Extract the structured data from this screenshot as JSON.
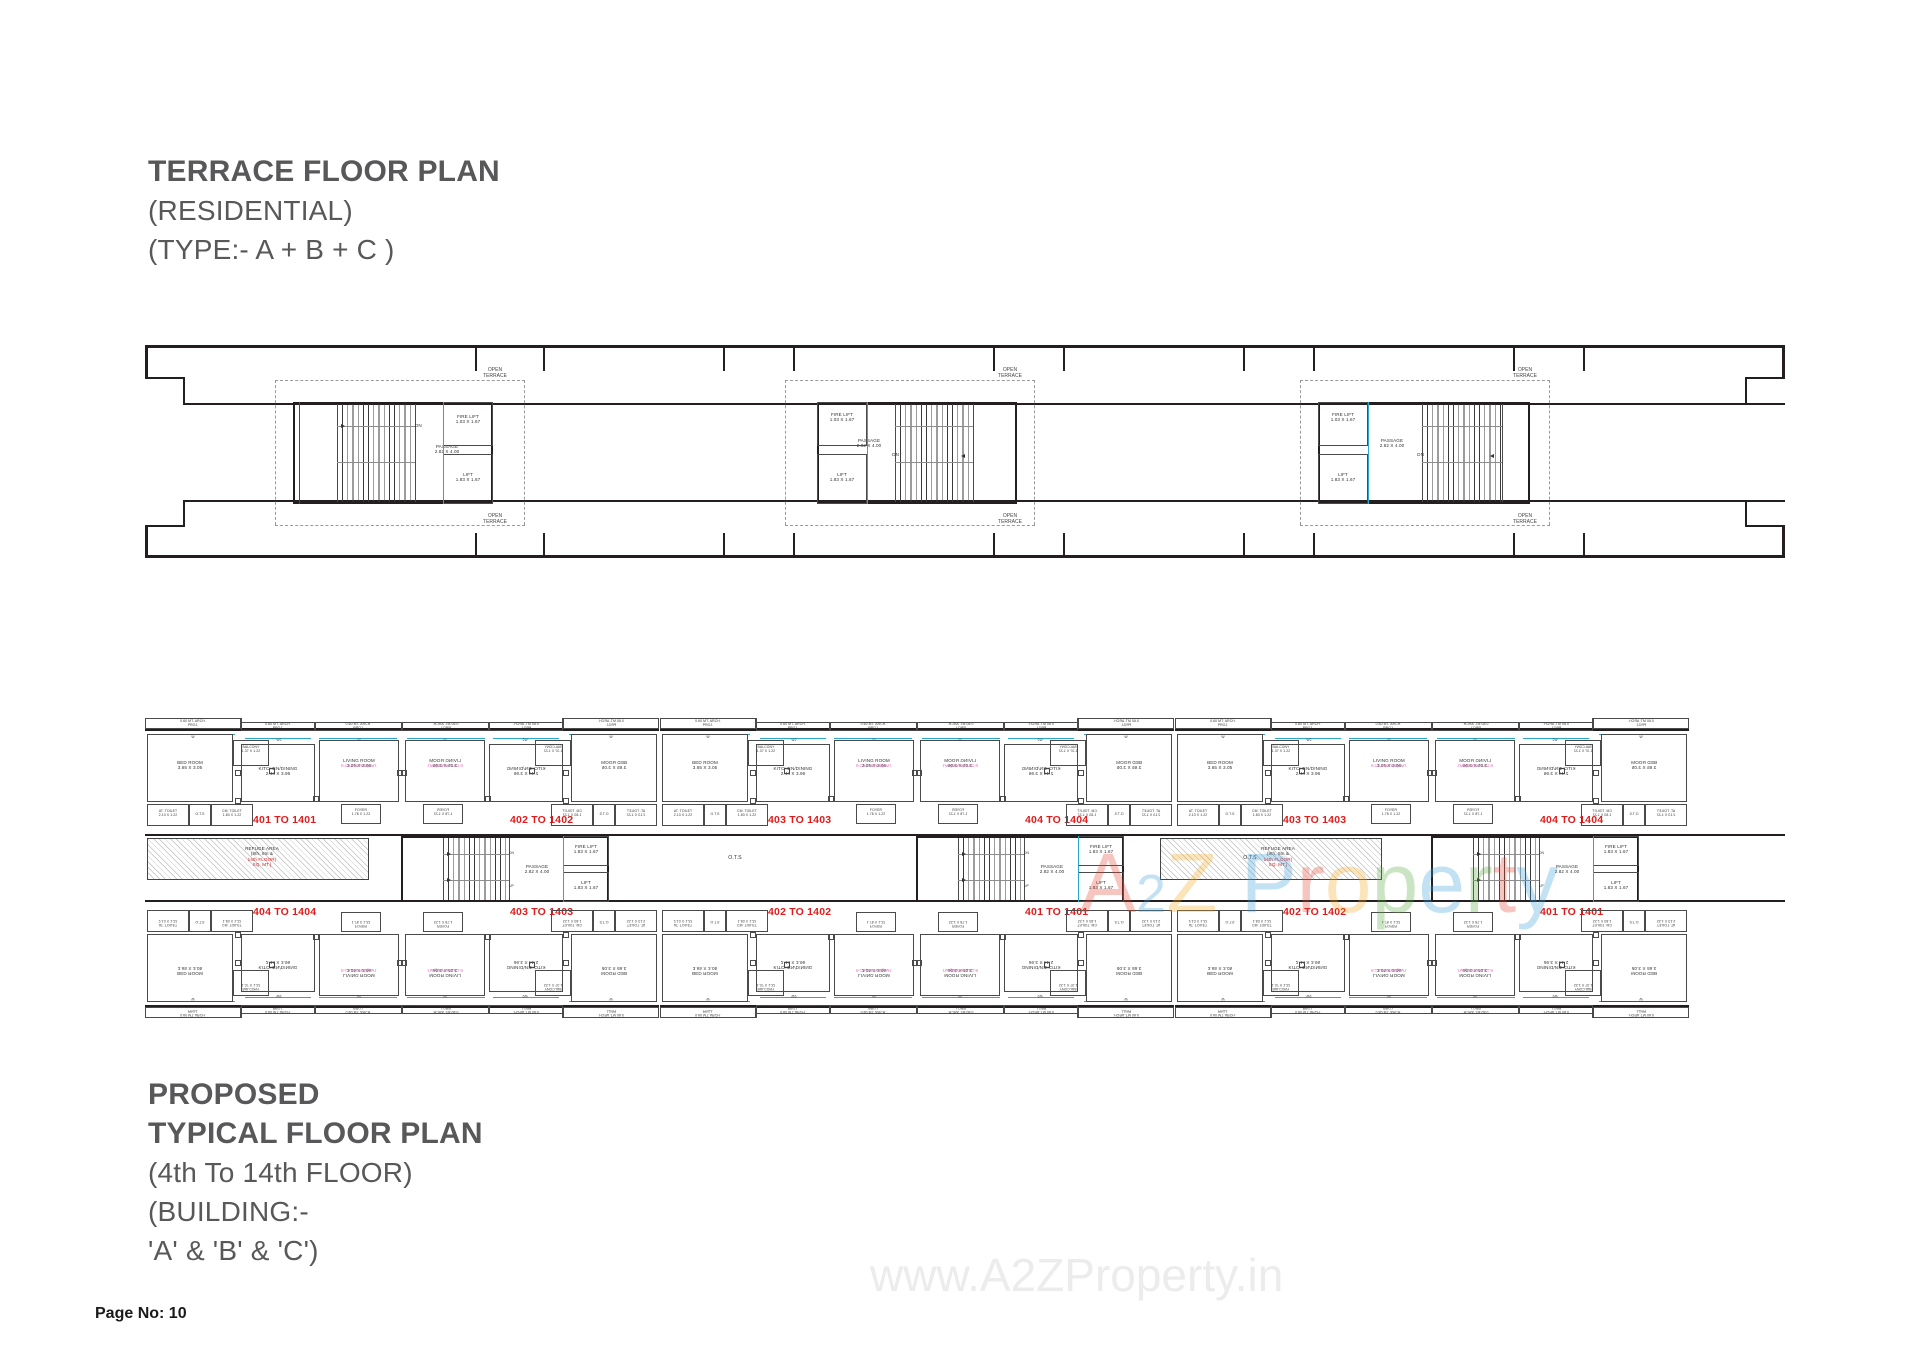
{
  "page": {
    "page_label": "Page No: 10",
    "watermark_center": [
      "A",
      "2",
      "Z",
      " ",
      "P",
      "r",
      "o",
      "p",
      "e",
      "r",
      "t",
      "y"
    ],
    "watermark_center_text": "A2Z Property",
    "watermark_bottom_text": "www.A2ZProperty.in"
  },
  "terrace_title": {
    "line1": "TERRACE FLOOR PLAN",
    "line2": "(RESIDENTIAL)",
    "line3": "(TYPE:- A + B + C )"
  },
  "typical_title": {
    "line1": "PROPOSED",
    "line2": "TYPICAL FLOOR PLAN",
    "line3": "(4th To 14th FLOOR)",
    "line4": "(BUILDING:-",
    "line5": "'A' & 'B' & 'C')"
  },
  "colors": {
    "unit_number_red": "#e11b1b",
    "area_magenta": "#e23ab0",
    "window_cyan": "#29a8c9",
    "wall_black": "#231f20",
    "title_gray": "#58585a"
  },
  "terrace_plan": {
    "open_terrace_label": "OPEN\nTERRACE",
    "open_terrace_line1": "OPEN",
    "open_terrace_line2": "TERRACE",
    "cores": [
      {
        "name": "core-a",
        "passage_label": "PASSAGE",
        "passage_dim": "2.82 X 4.00",
        "fire_lift_label": "FIRE LIFT",
        "fire_lift_dim": "1.03 X 1.67",
        "lift_label": "LIFT",
        "lift_dim": "1.83 X 1.67",
        "stair_dir": "DN"
      },
      {
        "name": "core-b",
        "passage_label": "PASSAGE",
        "passage_dim": "2.82 X 4.00",
        "fire_lift_label": "FIRE LIFT",
        "fire_lift_dim": "1.03 X 1.67",
        "lift_label": "LIFT",
        "lift_dim": "1.83 X 1.67",
        "stair_dir": "DN"
      },
      {
        "name": "core-c",
        "passage_label": "PASSAGE",
        "passage_dim": "2.82 X 4.00",
        "fire_lift_label": "FIRE LIFT",
        "fire_lift_dim": "1.03 X 1.67",
        "lift_label": "LIFT",
        "lift_dim": "1.83 X 1.67",
        "stair_dir": "DN"
      }
    ]
  },
  "typical_plan": {
    "arch_proj_060": "0.60 MT. ARCH.",
    "arch_proj_word": "PROJ.",
    "ots_label": "O.T.S",
    "refuge": {
      "line1": "REFUGE AREA",
      "line2": "(8th, 8m &",
      "line3": "14th FLOOR)",
      "line4": "SQ. MT.]"
    },
    "core": {
      "passage_label": "PASSAGE",
      "passage_dim": "2.82 X 4.00",
      "fire_lift_label": "FIRE LIFT",
      "fire_lift_dim": "1.83 X 1.67",
      "lift_label": "LIFT",
      "lift_dim": "1.83 X 1.67",
      "stair_up": "UP",
      "stair_dn": "DN"
    },
    "rooms": {
      "bed_room": "BED ROOM",
      "bed_room_dim_a": "3.65 X 3.05",
      "bed_room_dim_b": "3.05 X 3.05",
      "bed_room_dim_c": "3.05 X 3.96",
      "living_room": "LIVING ROOM",
      "living_room_dim": "3.05 X 3.96",
      "kitchen_dining": "KITCHEN/DINING",
      "kitchen_dining_dim": "2.44 X 3.96",
      "balcony": "BALCONY",
      "balcony_dim": "1.37 X 1.22",
      "foyer": "FOYER",
      "foyer_dim": "1.78 X 1.22",
      "at_toilet": "AT. TOILET",
      "at_toilet_dim": "2.13 X 1.22",
      "cm_toilet": "CM. TOILET",
      "cm_toilet_dim": "1.83 X 1.22",
      "ots_small": "O.T.S",
      "duct": "d",
      "win_w": "W",
      "win_w2": "W2",
      "door_d": "D",
      "rca_label": "R.C.A.- 56.76 SQ. MT."
    },
    "unit_numbers_top": [
      "401 TO 1401",
      "402 TO 1402",
      "403 TO 1403",
      "404 TO 1404",
      "403 TO 1403",
      "404 TO 1404"
    ],
    "unit_numbers_bottom": [
      "404 TO 1404",
      "403 TO 1403",
      "402 TO 1402",
      "401 TO 1401",
      "402 TO 1402",
      "401 TO 1401"
    ]
  }
}
